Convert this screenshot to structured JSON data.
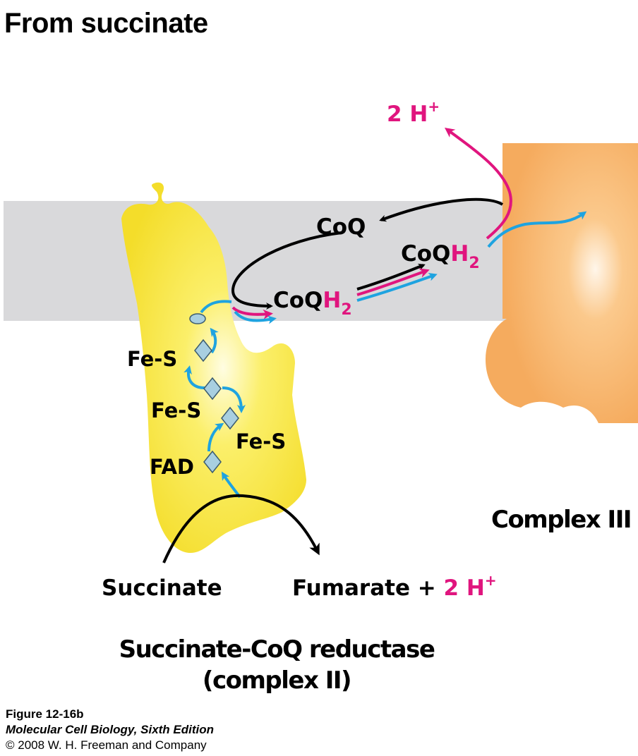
{
  "title": "From succinate",
  "labels": {
    "coq_top": "CoQ",
    "coqh2_right_base": "CoQ",
    "coqh2_right_sub": "H",
    "coqh2_right_num": "2",
    "coqh2_left_base": "CoQ",
    "coqh2_left_sub": "H",
    "coqh2_left_num": "2",
    "proton_top_count": "2 H",
    "proton_top_sup": "+",
    "fes_1": "Fe-S",
    "fes_2": "Fe-S",
    "fes_3": "Fe-S",
    "fad": "FAD",
    "succinate": "Succinate",
    "fumarate": "Fumarate + ",
    "proton_bottom": "2 H",
    "proton_bottom_sup": "+",
    "complex_iii": "Complex III",
    "complex_ii_line1": "Succinate-CoQ reductase",
    "complex_ii_line2": "(complex II)"
  },
  "caption": {
    "figure": "Figure 12-16b",
    "book": "Molecular Cell Biology, Sixth Edition",
    "copyright": "© 2008 W. H. Freeman and Company"
  },
  "colors": {
    "membrane": "#d9d9db",
    "complex_ii": "#f7e640",
    "complex_iii": "#f7b267",
    "electron_path": "#1ea3e0",
    "proton_path": "#e0157e",
    "cofactor": "#a8cfe0"
  }
}
